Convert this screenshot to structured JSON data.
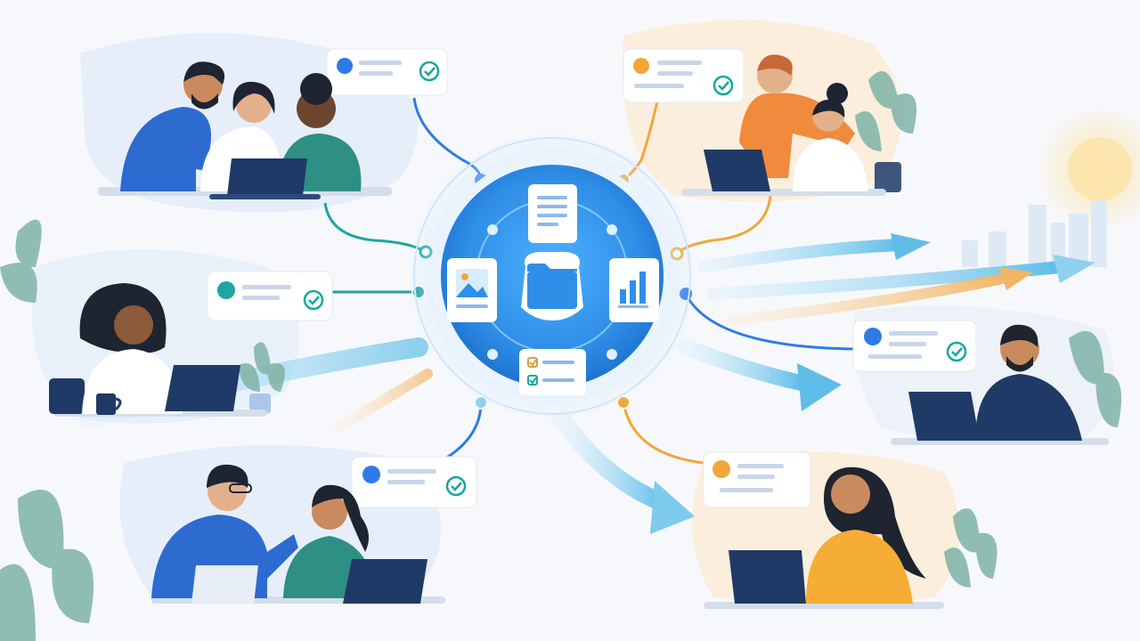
{
  "palette": {
    "background": "#f7f8fb",
    "hub_blue": "#2f8fe8",
    "hub_light": "#d9ecff",
    "accent_blue": "#2e7be6",
    "accent_orange": "#f2a63a",
    "accent_teal": "#1fa5a0",
    "check_teal": "#17a89a",
    "laptop_navy": "#1f3a66",
    "plant_green": "#7fb3a6",
    "flow_light_blue": "#8fd0f0",
    "flow_orange": "#f7c98a"
  },
  "hub": {
    "center_icon": "folder-icon",
    "satellite_icons": [
      "document-icon",
      "image-icon",
      "bar-chart-icon",
      "checklist-icon"
    ]
  },
  "teams": [
    {
      "id": "top-left",
      "people": 3,
      "accent": "blue",
      "card_status": "check-icon"
    },
    {
      "id": "top-right",
      "people": 2,
      "accent": "orange",
      "card_status": "check-icon"
    },
    {
      "id": "mid-left",
      "people": 1,
      "accent": "teal",
      "card_status": "check-icon"
    },
    {
      "id": "mid-right",
      "people": 1,
      "accent": "blue",
      "card_status": "check-icon"
    },
    {
      "id": "bottom-left",
      "people": 2,
      "accent": "blue",
      "card_status": "check-icon"
    },
    {
      "id": "bottom-right",
      "people": 1,
      "accent": "orange",
      "card_status": "none"
    }
  ]
}
